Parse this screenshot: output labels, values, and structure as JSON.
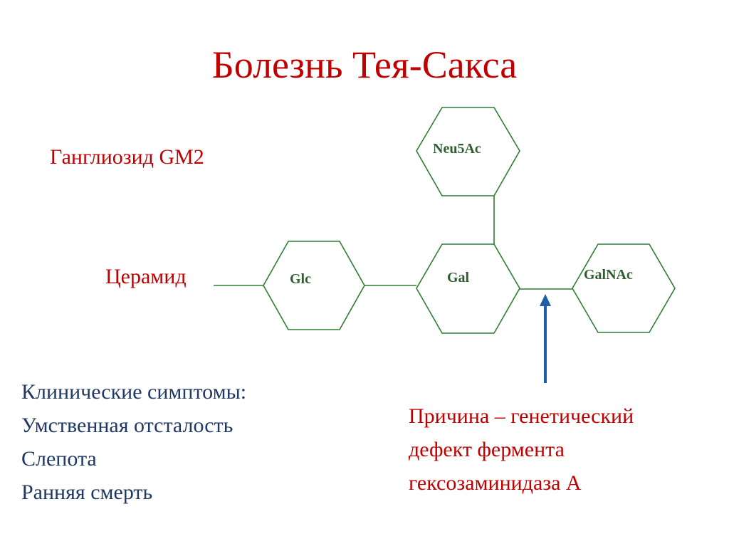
{
  "slide": {
    "title": "Болезнь Тея-Сакса",
    "ganglioside_label": "Ганглиозид GM2",
    "ceramide_label": "Церамид",
    "sugars": {
      "glc": "Glc",
      "gal": "Gal",
      "neu5ac": "Neu5Ac",
      "galnac": "GalNAc"
    },
    "cause_lines": [
      "Причина – генетический",
      "дефект фермента",
      "гексозаминидаза А"
    ],
    "symptoms_lines": [
      "Клинические симптомы:",
      "Умственная отсталость",
      "Слепота",
      "Ранняя смерть"
    ]
  },
  "colors": {
    "title": "#c00000",
    "red_text": "#c00000",
    "body_text": "#1f3864",
    "hexagon_stroke": "#2e7d32",
    "sugar_label": "#2e5d2e",
    "arrow": "#1f5fa8"
  }
}
